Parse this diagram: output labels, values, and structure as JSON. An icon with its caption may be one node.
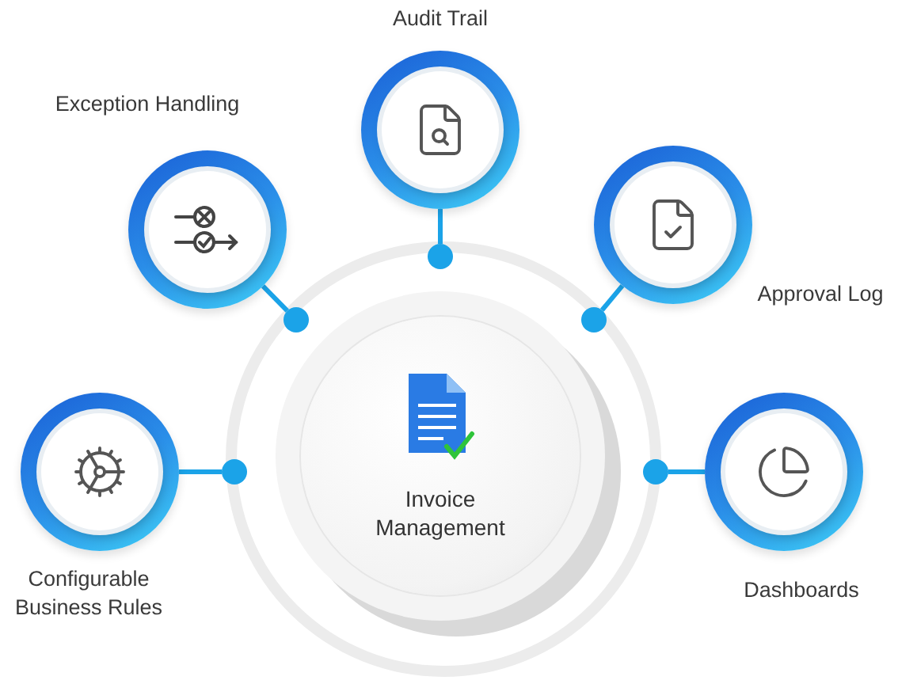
{
  "diagram": {
    "nodes": [
      {
        "text": [
          "Audit Trail"
        ]
      },
      {
        "text": [
          "Exception Handling"
        ]
      },
      {
        "text": [
          "Approval Log"
        ]
      },
      {
        "text": [
          "Configurable Business Rules"
        ]
      },
      {
        "text": [
          "Invoice Management"
        ]
      },
      {
        "text": [
          "Dashboards"
        ]
      },
      {
        "text": [],
        "shape": "circle"
      },
      {
        "text": [],
        "shape": "circle"
      },
      {
        "text": [],
        "shape": "circle"
      },
      {
        "text": [],
        "shape": "circle"
      },
      {
        "text": [],
        "shape": "circle"
      }
    ],
    "edges": [
      {
        "from": 0,
        "to": 8,
        "arrow": "none"
      },
      {
        "from": 1,
        "to": 7,
        "arrow": "none"
      },
      {
        "from": 2,
        "to": 9,
        "arrow": "none"
      },
      {
        "from": 3,
        "to": 6,
        "arrow": "none"
      },
      {
        "from": 5,
        "to": 10,
        "arrow": "none"
      }
    ]
  }
}
